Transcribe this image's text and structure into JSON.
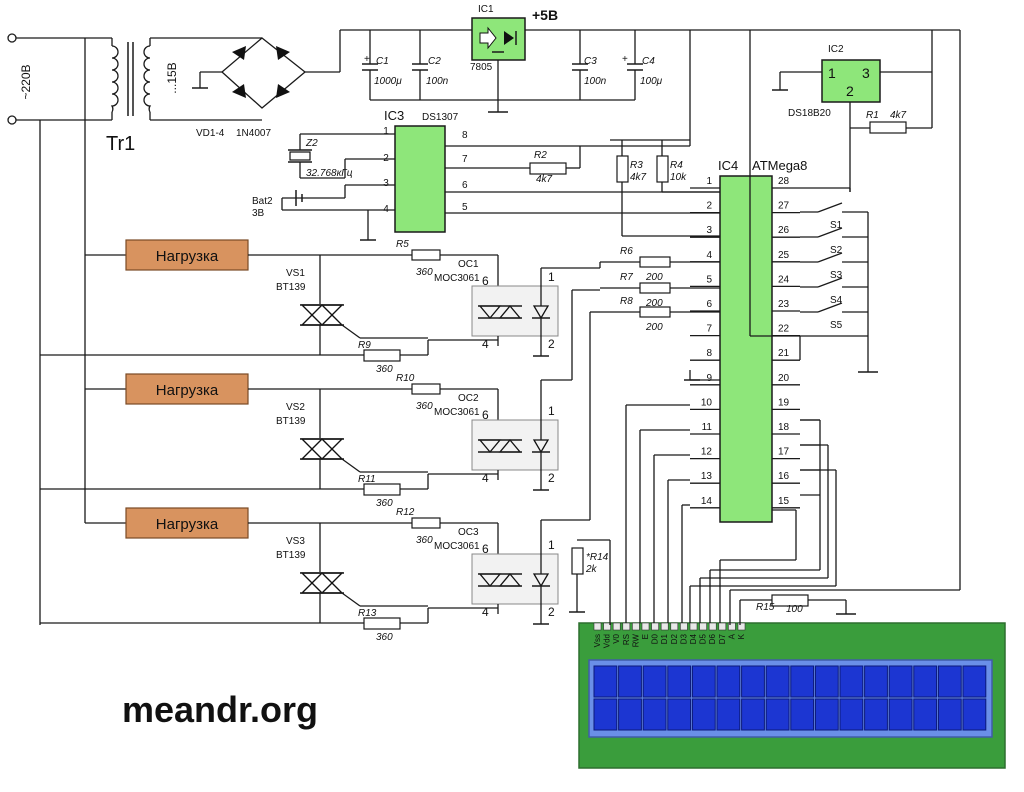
{
  "mains": {
    "label": "~220В",
    "transformer": "Tr1",
    "secondary": "...15В"
  },
  "bridge": {
    "name": "VD1-4",
    "part": "1N4007"
  },
  "caps": {
    "c1": "C1",
    "c1v": "1000μ",
    "c2": "C2",
    "c2v": "100n",
    "c3": "C3",
    "c3v": "100n",
    "c4": "C4",
    "c4v": "100μ"
  },
  "reg": {
    "name": "IC1",
    "part": "7805",
    "out": "+5B"
  },
  "ic2": {
    "name": "IC2",
    "part": "DS18B20",
    "p1": "1",
    "p2": "2",
    "p3": "3",
    "r1": "R1",
    "r1v": "4k7"
  },
  "ic3": {
    "name": "IC3",
    "part": "DS1307",
    "pins_left": [
      "1",
      "2",
      "3",
      "4"
    ],
    "pins_right": [
      "8",
      "7",
      "6",
      "5"
    ],
    "crystal": "Z2",
    "crystal_freq": "32.768кГц",
    "battery": "Bat2",
    "battery_v": "3В"
  },
  "rtc_res": {
    "r2": "R2",
    "r2v": "4k7",
    "r3": "R3",
    "r3v": "4k7",
    "r4": "R4",
    "r4v": "10k"
  },
  "mcu": {
    "name": "IC4",
    "part": "ATMega8",
    "pins_left": [
      "1",
      "2",
      "3",
      "4",
      "5",
      "6",
      "7",
      "8",
      "9",
      "10",
      "11",
      "12",
      "13",
      "14"
    ],
    "pins_right": [
      "28",
      "27",
      "26",
      "25",
      "24",
      "23",
      "22",
      "21",
      "20",
      "19",
      "18",
      "17",
      "16",
      "15"
    ]
  },
  "switches": [
    "S1",
    "S2",
    "S3",
    "S4",
    "S5"
  ],
  "gate_res": [
    {
      "name": "R6",
      "value": "200"
    },
    {
      "name": "R7",
      "value": "200"
    },
    {
      "name": "R8",
      "value": "200"
    }
  ],
  "channels": [
    {
      "load": "Нагрузка",
      "triac": "VS1",
      "triac_part": "BT139",
      "r_top": "R5",
      "r_top_v": "360",
      "oc": "OC1",
      "oc_part": "MOC3061",
      "r_bot": "R9",
      "r_bot_v": "360"
    },
    {
      "load": "Нагрузка",
      "triac": "VS2",
      "triac_part": "BT139",
      "r_top": "R10",
      "r_top_v": "360",
      "oc": "OC2",
      "oc_part": "MOC3061",
      "r_bot": "R11",
      "r_bot_v": "360"
    },
    {
      "load": "Нагрузка",
      "triac": "VS3",
      "triac_part": "BT139",
      "r_top": "R12",
      "r_top_v": "360",
      "oc": "OC3",
      "oc_part": "MOC3061",
      "r_bot": "R13",
      "r_bot_v": "360"
    }
  ],
  "oc_pins": {
    "p6": "6",
    "p1": "1",
    "p4": "4",
    "p2": "2"
  },
  "lcd": {
    "r14": "*R14",
    "r14v": "2k",
    "r15": "R15",
    "r15v": "100",
    "pins": [
      "Vss",
      "Vdd",
      "V0",
      "RS",
      "RW",
      "E",
      "D0",
      "D1",
      "D2",
      "D3",
      "D4",
      "D5",
      "D6",
      "D7",
      "A",
      "K"
    ],
    "cols": 16,
    "rows": 2
  },
  "watermark": "meandr.org"
}
